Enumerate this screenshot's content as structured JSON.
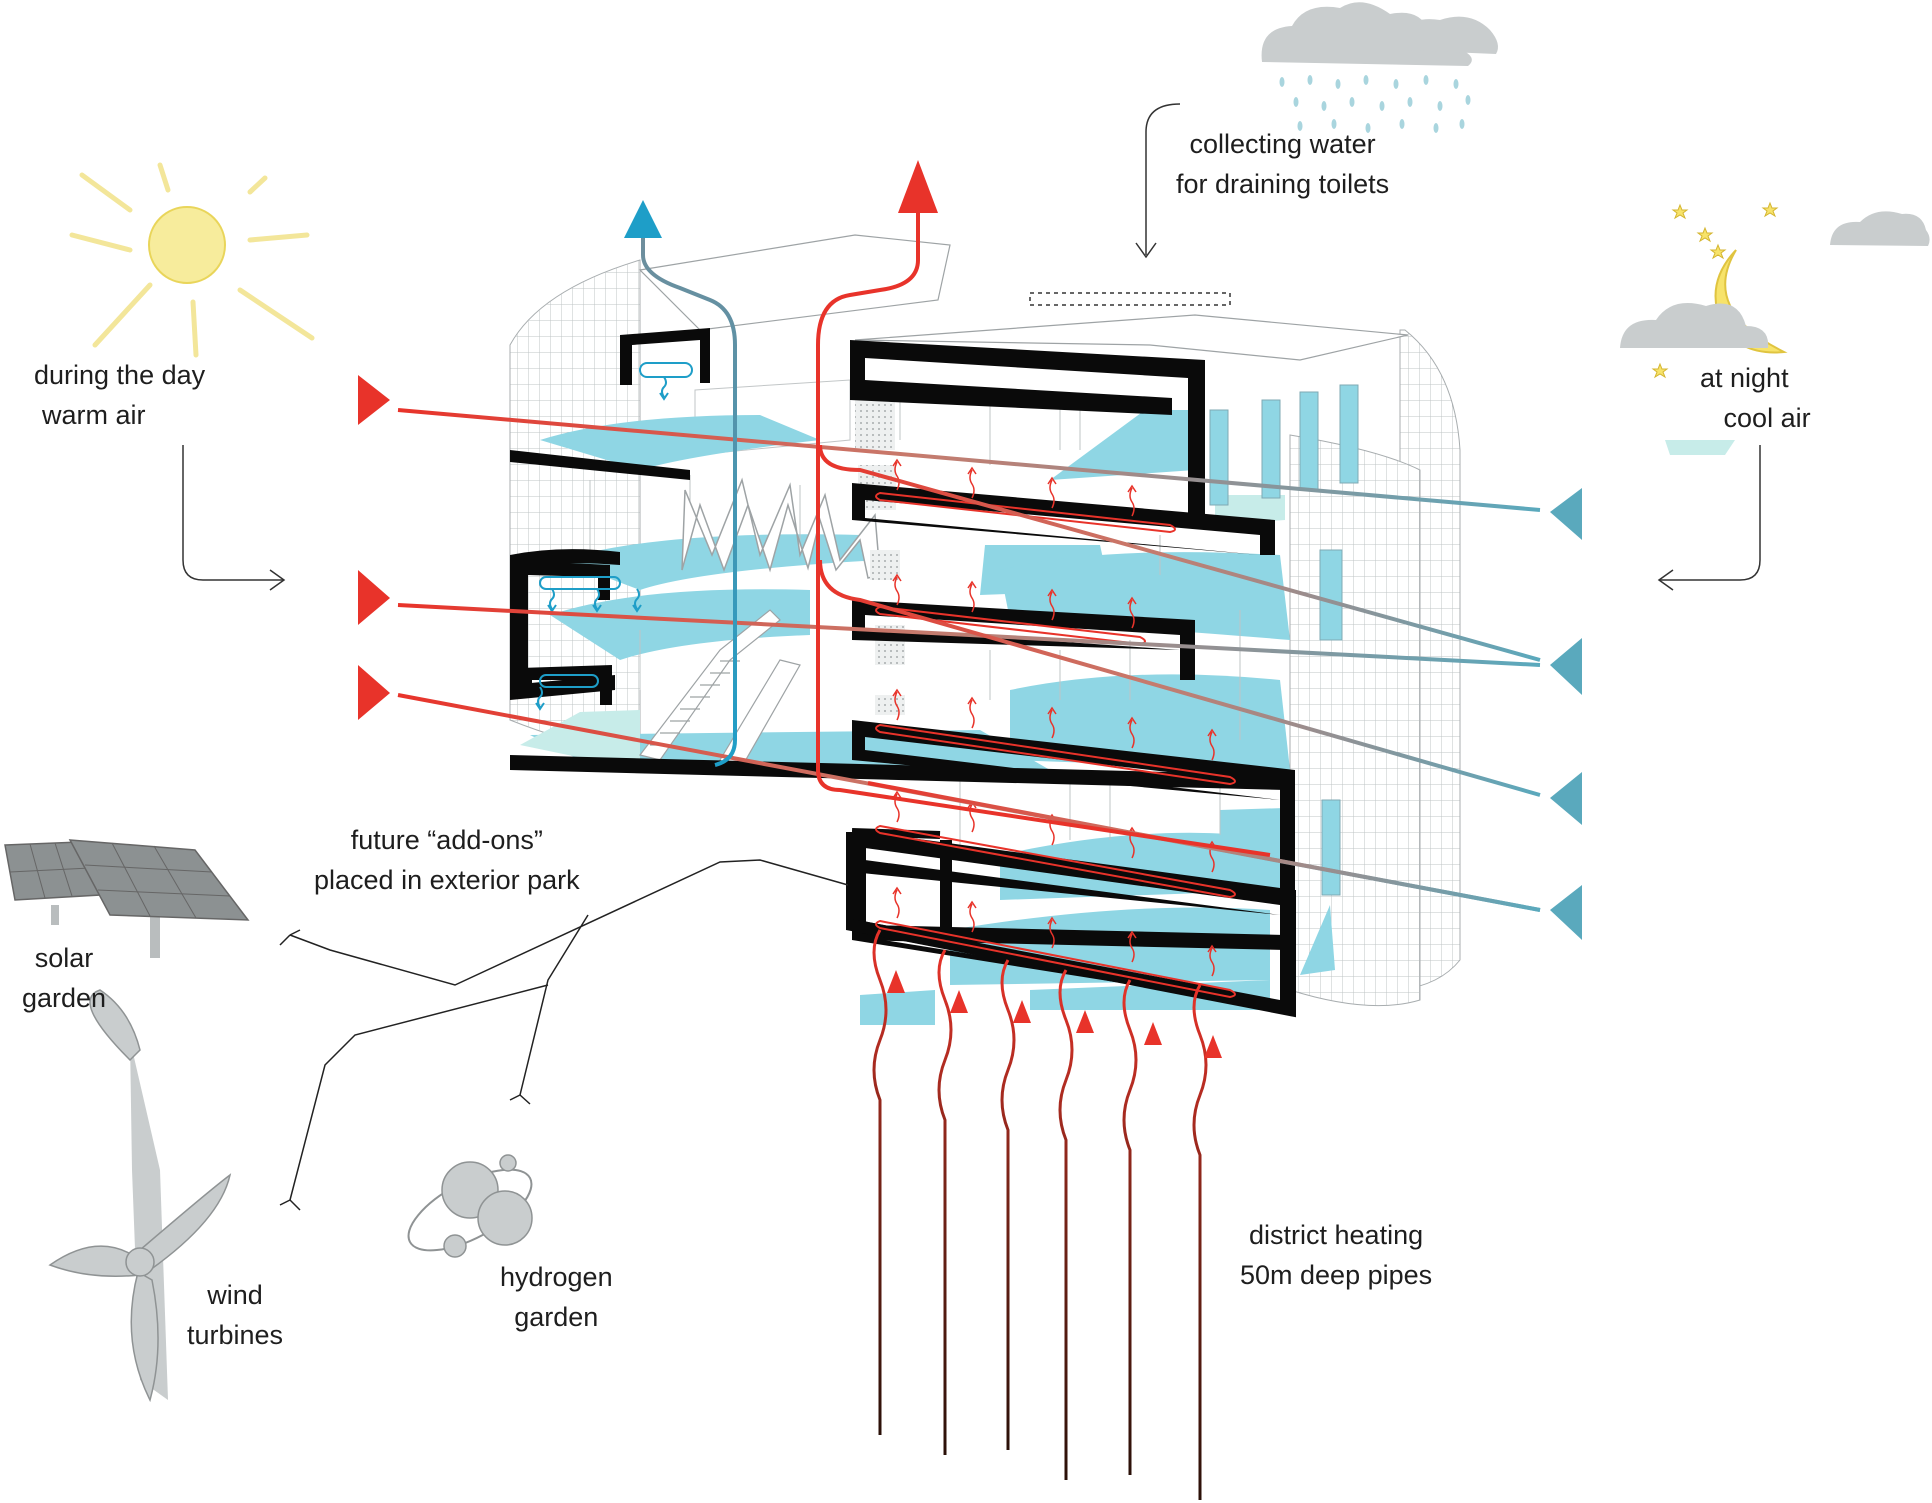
{
  "labels": {
    "day": [
      "during the day",
      "warm air"
    ],
    "night": [
      "at night",
      "cool air"
    ],
    "water": [
      "collecting water",
      "for draining toilets"
    ],
    "addons": [
      "future “add-ons”",
      "placed in exterior park"
    ],
    "solar": [
      "solar",
      "garden"
    ],
    "wind": [
      "wind",
      "turbines"
    ],
    "hydrogen": [
      "hydrogen",
      "garden"
    ],
    "heating": [
      "district heating",
      "50m deep pipes"
    ]
  },
  "icons": [
    "sun-icon",
    "moon-icon",
    "star-icon",
    "cloud-icon",
    "rain-cloud-icon",
    "solar-panel-icon",
    "wind-turbine-icon",
    "hydrogen-icon",
    "arrow-icon"
  ],
  "colors": {
    "warm": "#e8332a",
    "cool": "#5aa9bd",
    "exhaust_cool": "#1e9ec8",
    "glass": "#8fd6e4",
    "slab": "#0a0a0a",
    "sun": "#f7ec9c",
    "moon": "#f7e36a",
    "cloud": "#c9cdce",
    "earth": "#3a1a12"
  }
}
